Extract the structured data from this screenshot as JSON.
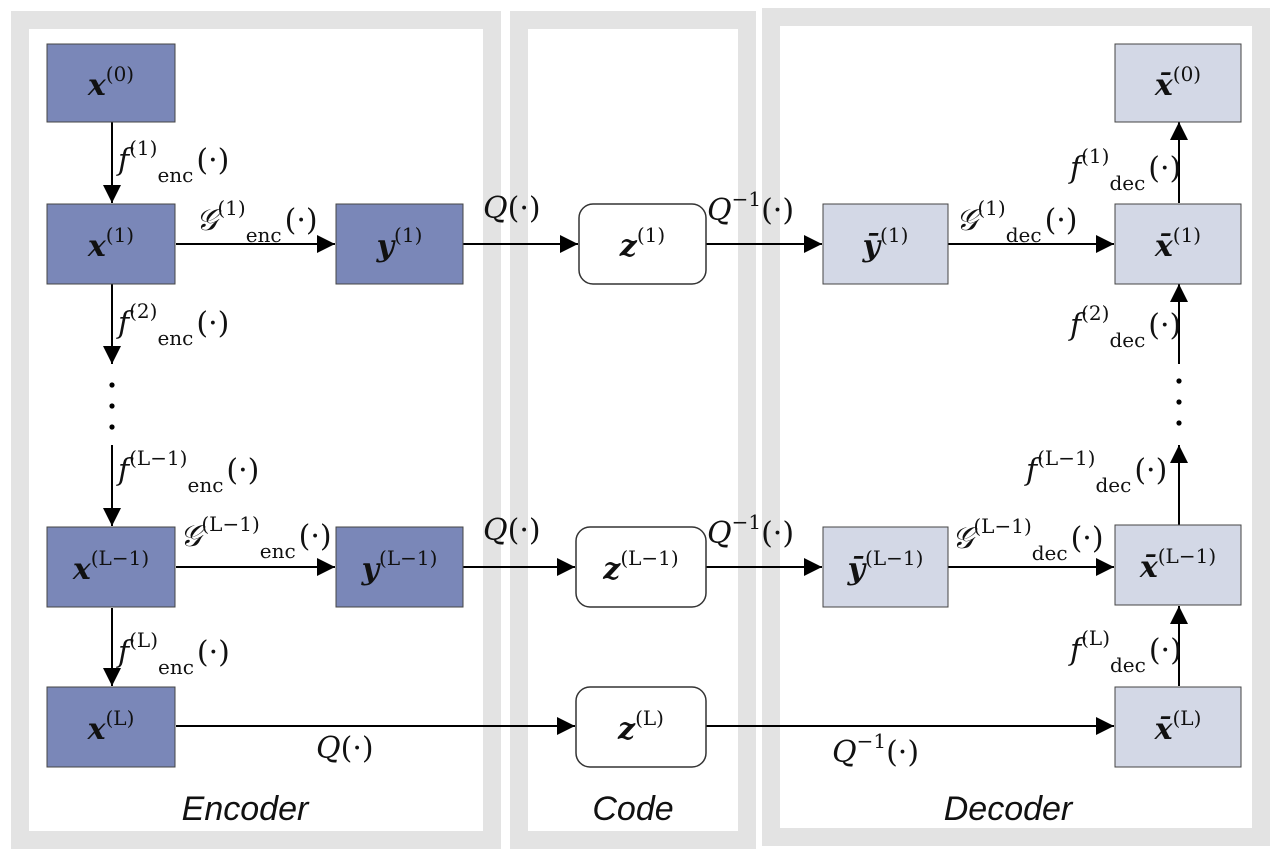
{
  "sections": {
    "encoder": "Encoder",
    "code": "Code",
    "decoder": "Decoder"
  },
  "colors": {
    "encoder_node": "#7a87b8",
    "decoder_node": "#d3d8e6",
    "panel_border": "#e3e3e3",
    "code_node": "#ffffff"
  },
  "nodes": {
    "x0": {
      "base": "x",
      "sup": "(0)"
    },
    "x1": {
      "base": "x",
      "sup": "(1)"
    },
    "xLm1": {
      "base": "x",
      "sup": "(L−1)"
    },
    "xL": {
      "base": "x",
      "sup": "(L)"
    },
    "y1": {
      "base": "y",
      "sup": "(1)"
    },
    "yLm1": {
      "base": "y",
      "sup": "(L−1)"
    },
    "z1": {
      "base": "z",
      "sup": "(1)"
    },
    "zLm1": {
      "base": "z",
      "sup": "(L−1)"
    },
    "zL": {
      "base": "z",
      "sup": "(L)"
    },
    "ybar1": {
      "base": "ȳ",
      "sup": "(1)"
    },
    "ybarLm1": {
      "base": "ȳ",
      "sup": "(L−1)"
    },
    "xbar0": {
      "base": "x̄",
      "sup": "(0)"
    },
    "xbar1": {
      "base": "x̄",
      "sup": "(1)"
    },
    "xbarLm1": {
      "base": "x̄",
      "sup": "(L−1)"
    },
    "xbarL": {
      "base": "x̄",
      "sup": "(L)"
    }
  },
  "edge_labels": {
    "f_enc_1": {
      "base": "f",
      "sup": "(1)",
      "sub": "enc",
      "arg": "(·)"
    },
    "f_enc_2": {
      "base": "f",
      "sup": "(2)",
      "sub": "enc",
      "arg": "(·)"
    },
    "f_enc_Lm1": {
      "base": "f",
      "sup": "(L−1)",
      "sub": "enc",
      "arg": "(·)"
    },
    "f_enc_L": {
      "base": "f",
      "sup": "(L)",
      "sub": "enc",
      "arg": "(·)"
    },
    "g_enc_1": {
      "base": "𝒢",
      "sup": "(1)",
      "sub": "enc",
      "arg": "(·)"
    },
    "g_enc_Lm1": {
      "base": "𝒢",
      "sup": "(L−1)",
      "sub": "enc",
      "arg": "(·)"
    },
    "q_1": {
      "base": "Q",
      "arg": "(·)"
    },
    "q_Lm1": {
      "base": "Q",
      "arg": "(·)"
    },
    "q_L": {
      "base": "Q",
      "arg": "(·)"
    },
    "qinv_1": {
      "base": "Q",
      "sup": "−1",
      "arg": "(·)"
    },
    "qinv_Lm1": {
      "base": "Q",
      "sup": "−1",
      "arg": "(·)"
    },
    "qinv_L": {
      "base": "Q",
      "sup": "−1",
      "arg": "(·)"
    },
    "g_dec_1": {
      "base": "𝒢",
      "sup": "(1)",
      "sub": "dec",
      "arg": "(·)"
    },
    "g_dec_Lm1": {
      "base": "𝒢",
      "sup": "(L−1)",
      "sub": "dec",
      "arg": "(·)"
    },
    "f_dec_1": {
      "base": "f",
      "sup": "(1)",
      "sub": "dec",
      "arg": "(·)"
    },
    "f_dec_2": {
      "base": "f",
      "sup": "(2)",
      "sub": "dec",
      "arg": "(·)"
    },
    "f_dec_Lm1": {
      "base": "f",
      "sup": "(L−1)",
      "sub": "dec",
      "arg": "(·)"
    },
    "f_dec_L": {
      "base": "f",
      "sup": "(L)",
      "sub": "dec",
      "arg": "(·)"
    }
  }
}
